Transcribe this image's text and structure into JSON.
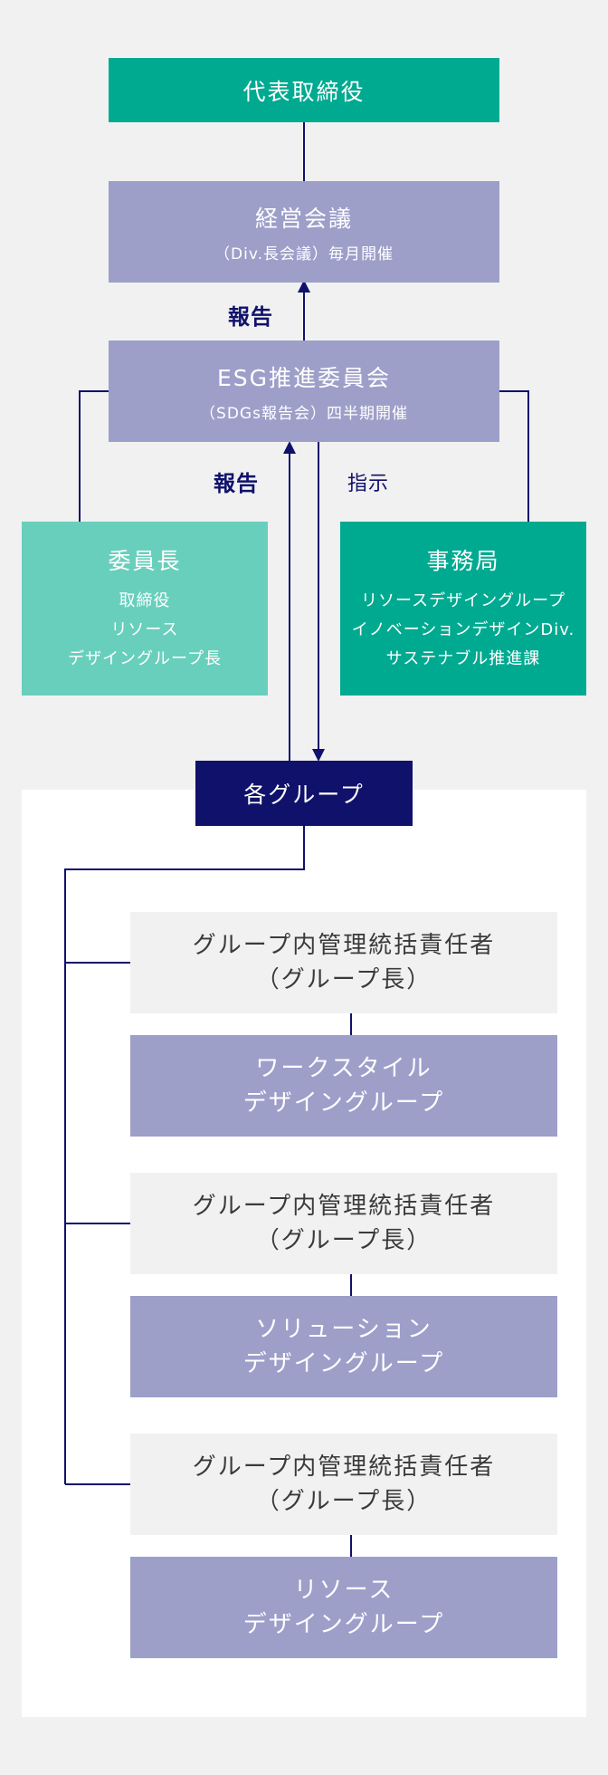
{
  "ceo": {
    "title": "代表取締役"
  },
  "management_meeting": {
    "title": "経営会議",
    "sub": "（Div.長会議）毎月開催"
  },
  "esg_committee": {
    "title": "ESG推進委員会",
    "sub": "（SDGs報告会）四半期開催"
  },
  "labels": {
    "report_top": "報告",
    "report_bottom": "報告",
    "instruct": "指示"
  },
  "chairperson": {
    "title": "委員長",
    "lines": [
      "取締役",
      "リソース",
      "デザイングループ長"
    ]
  },
  "secretariat": {
    "title": "事務局",
    "lines": [
      "リソースデザイングループ",
      "イノベーションデザインDiv.",
      "サステナブル推進課"
    ]
  },
  "groups_header": {
    "title": "各グループ"
  },
  "groups": [
    {
      "manager": [
        "グループ内管理統括責任者",
        "（グループ長）"
      ],
      "name": [
        "ワークスタイル",
        "デザイングループ"
      ]
    },
    {
      "manager": [
        "グループ内管理統括責任者",
        "（グループ長）"
      ],
      "name": [
        "ソリューション",
        "デザイングループ"
      ]
    },
    {
      "manager": [
        "グループ内管理統括責任者",
        "（グループ長）"
      ],
      "name": [
        "リソース",
        "デザイングループ"
      ]
    }
  ],
  "colors": {
    "teal_dark": "#00aa90",
    "teal_light": "#68cfbc",
    "lavender": "#9d9fc9",
    "navy": "#10116b",
    "light_gray": "#f1f1f1"
  }
}
